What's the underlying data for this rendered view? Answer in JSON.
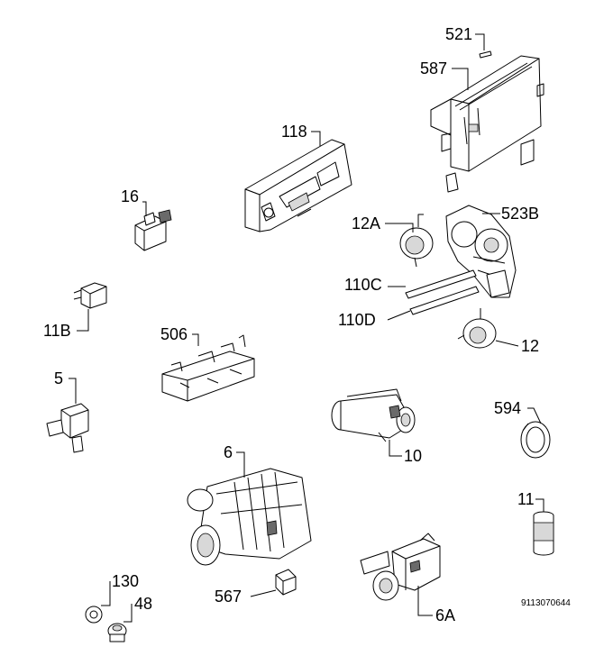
{
  "diagram": {
    "callouts": {
      "c521": "521",
      "c587": "587",
      "c118": "118",
      "c16": "16",
      "c12a": "12A",
      "c523b": "523B",
      "c110c": "110C",
      "c110d": "110D",
      "c11b": "11B",
      "c506": "506",
      "c12": "12",
      "c5": "5",
      "c594": "594",
      "c10": "10",
      "c6": "6",
      "c11": "11",
      "c567": "567",
      "c130": "130",
      "c48": "48",
      "c6a": "6A"
    },
    "drawing_code": "9113070644"
  }
}
